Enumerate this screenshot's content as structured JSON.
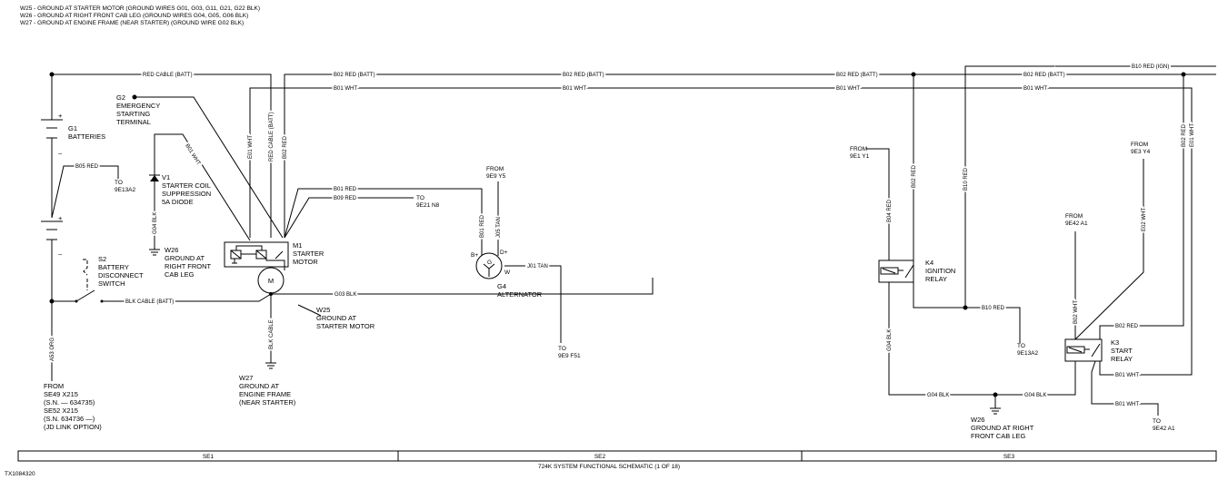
{
  "notes": [
    "W25 - GROUND AT STARTER MOTOR (GROUND WIRES G01, G03, G11, G21, G22 BLK)",
    "W26 - GROUND AT RIGHT FRONT CAB LEG (GROUND WIRES G04, G05, G06 BLK)",
    "W27 - GROUND AT ENGINE FRAME (NEAR STARTER) (GROUND WIRE G02 BLK)"
  ],
  "wires": {
    "red_cable_batt": "RED CABLE (BATT)",
    "b02_red_batt": "B02 RED (BATT)",
    "b01_wht": "B01 WHT",
    "b10_red_ign": "B10 RED (IGN)",
    "e01_wht": "E01 WHT",
    "red_cable_batt_v": "RED CABLE (BATT)",
    "b02_red": "B02 RED",
    "b05_red": "B05 RED",
    "b01_wht_diode": "B01 WHT",
    "g04_blk": "G04 BLK",
    "b01_red": "B01 RED",
    "b09_red": "B09 RED",
    "j05_tan": "J05 TAN",
    "j01_tan": "J01 TAN",
    "g03_blk": "G03 BLK",
    "blk_cable_batt": "BLK CABLE (BATT)",
    "blk_cable": "BLK CABLE",
    "a53_org": "A53 ORG",
    "b04_red": "B04 RED",
    "b10_red": "B10 RED",
    "b10_red2": "B10 RED",
    "g04_blk_k4": "G04 BLK",
    "g04_blk_a": "G04 BLK",
    "g04_blk_b": "G04 BLK",
    "b02_wht": "B02 WHT",
    "e02_wht": "E02 WHT",
    "b02_red_k3": "B02 RED",
    "b01_wht_k3": "B01 WHT",
    "b01_wht_out": "B01 WHT",
    "b02_red_r": "B02 RED",
    "e01_wht_r": "E01 WHT"
  },
  "components": {
    "g1": [
      "G1",
      "BATTERIES"
    ],
    "g2": [
      "G2",
      "EMERGENCY",
      "STARTING",
      "TERMINAL"
    ],
    "v1": [
      "V1",
      "STARTER COIL",
      "SUPPRESSION",
      "5A DIODE"
    ],
    "w26_left": [
      "W26",
      "GROUND AT",
      "RIGHT FRONT",
      "CAB LEG"
    ],
    "s2": [
      "S2",
      "BATTERY",
      "DISCONNECT",
      "SWITCH"
    ],
    "m1": [
      "M1",
      "STARTER",
      "MOTOR"
    ],
    "motor_symbol": "M",
    "w25": [
      "W25",
      "GROUND AT",
      "STARTER MOTOR"
    ],
    "w27": [
      "W27",
      "GROUND AT",
      "ENGINE FRAME",
      "(NEAR STARTER)"
    ],
    "g4": [
      "G4",
      "ALTERNATOR"
    ],
    "alt_g": "G",
    "alt_bplus": "B+",
    "alt_dplus": "D+",
    "alt_w": "W",
    "k4": [
      "K4",
      "IGNITION",
      "RELAY"
    ],
    "k3": [
      "K3",
      "START",
      "RELAY"
    ],
    "w26_right": [
      "W26",
      "GROUND AT RIGHT",
      "FRONT CAB LEG"
    ],
    "plus1": "+",
    "minus1": "−",
    "plus2": "+",
    "minus2": "−"
  },
  "refs": {
    "to_9e13a2_left": [
      "TO",
      "9E13A2"
    ],
    "to_9e21n8": [
      "TO",
      "9E21 N8"
    ],
    "from_9e9y5": [
      "FROM",
      "9E9 Y5"
    ],
    "to_9e9f51": [
      "TO",
      "9E9 F51"
    ],
    "from_9e1y1": [
      "FROM",
      "9E1 Y1"
    ],
    "to_9e13a2_right": [
      "TO",
      "9E13A2"
    ],
    "from_9e42a1": [
      "FROM",
      "9E42 A1"
    ],
    "from_9e3y4": [
      "FROM",
      "9E3 Y4"
    ],
    "to_9e42a1": [
      "TO",
      "9E42 A1"
    ],
    "from_se49": [
      "FROM",
      "SE49 X215",
      "(S.N. — 634735)",
      "SE52 X215",
      "(S.N. 634736 —)",
      "(JD LINK OPTION)"
    ]
  },
  "footer": {
    "sections": [
      "SE1",
      "SE2",
      "SE3"
    ],
    "title": "724K SYSTEM FUNCTIONAL SCHEMATIC (1 OF 18)",
    "figure_id": "TX1084320"
  }
}
